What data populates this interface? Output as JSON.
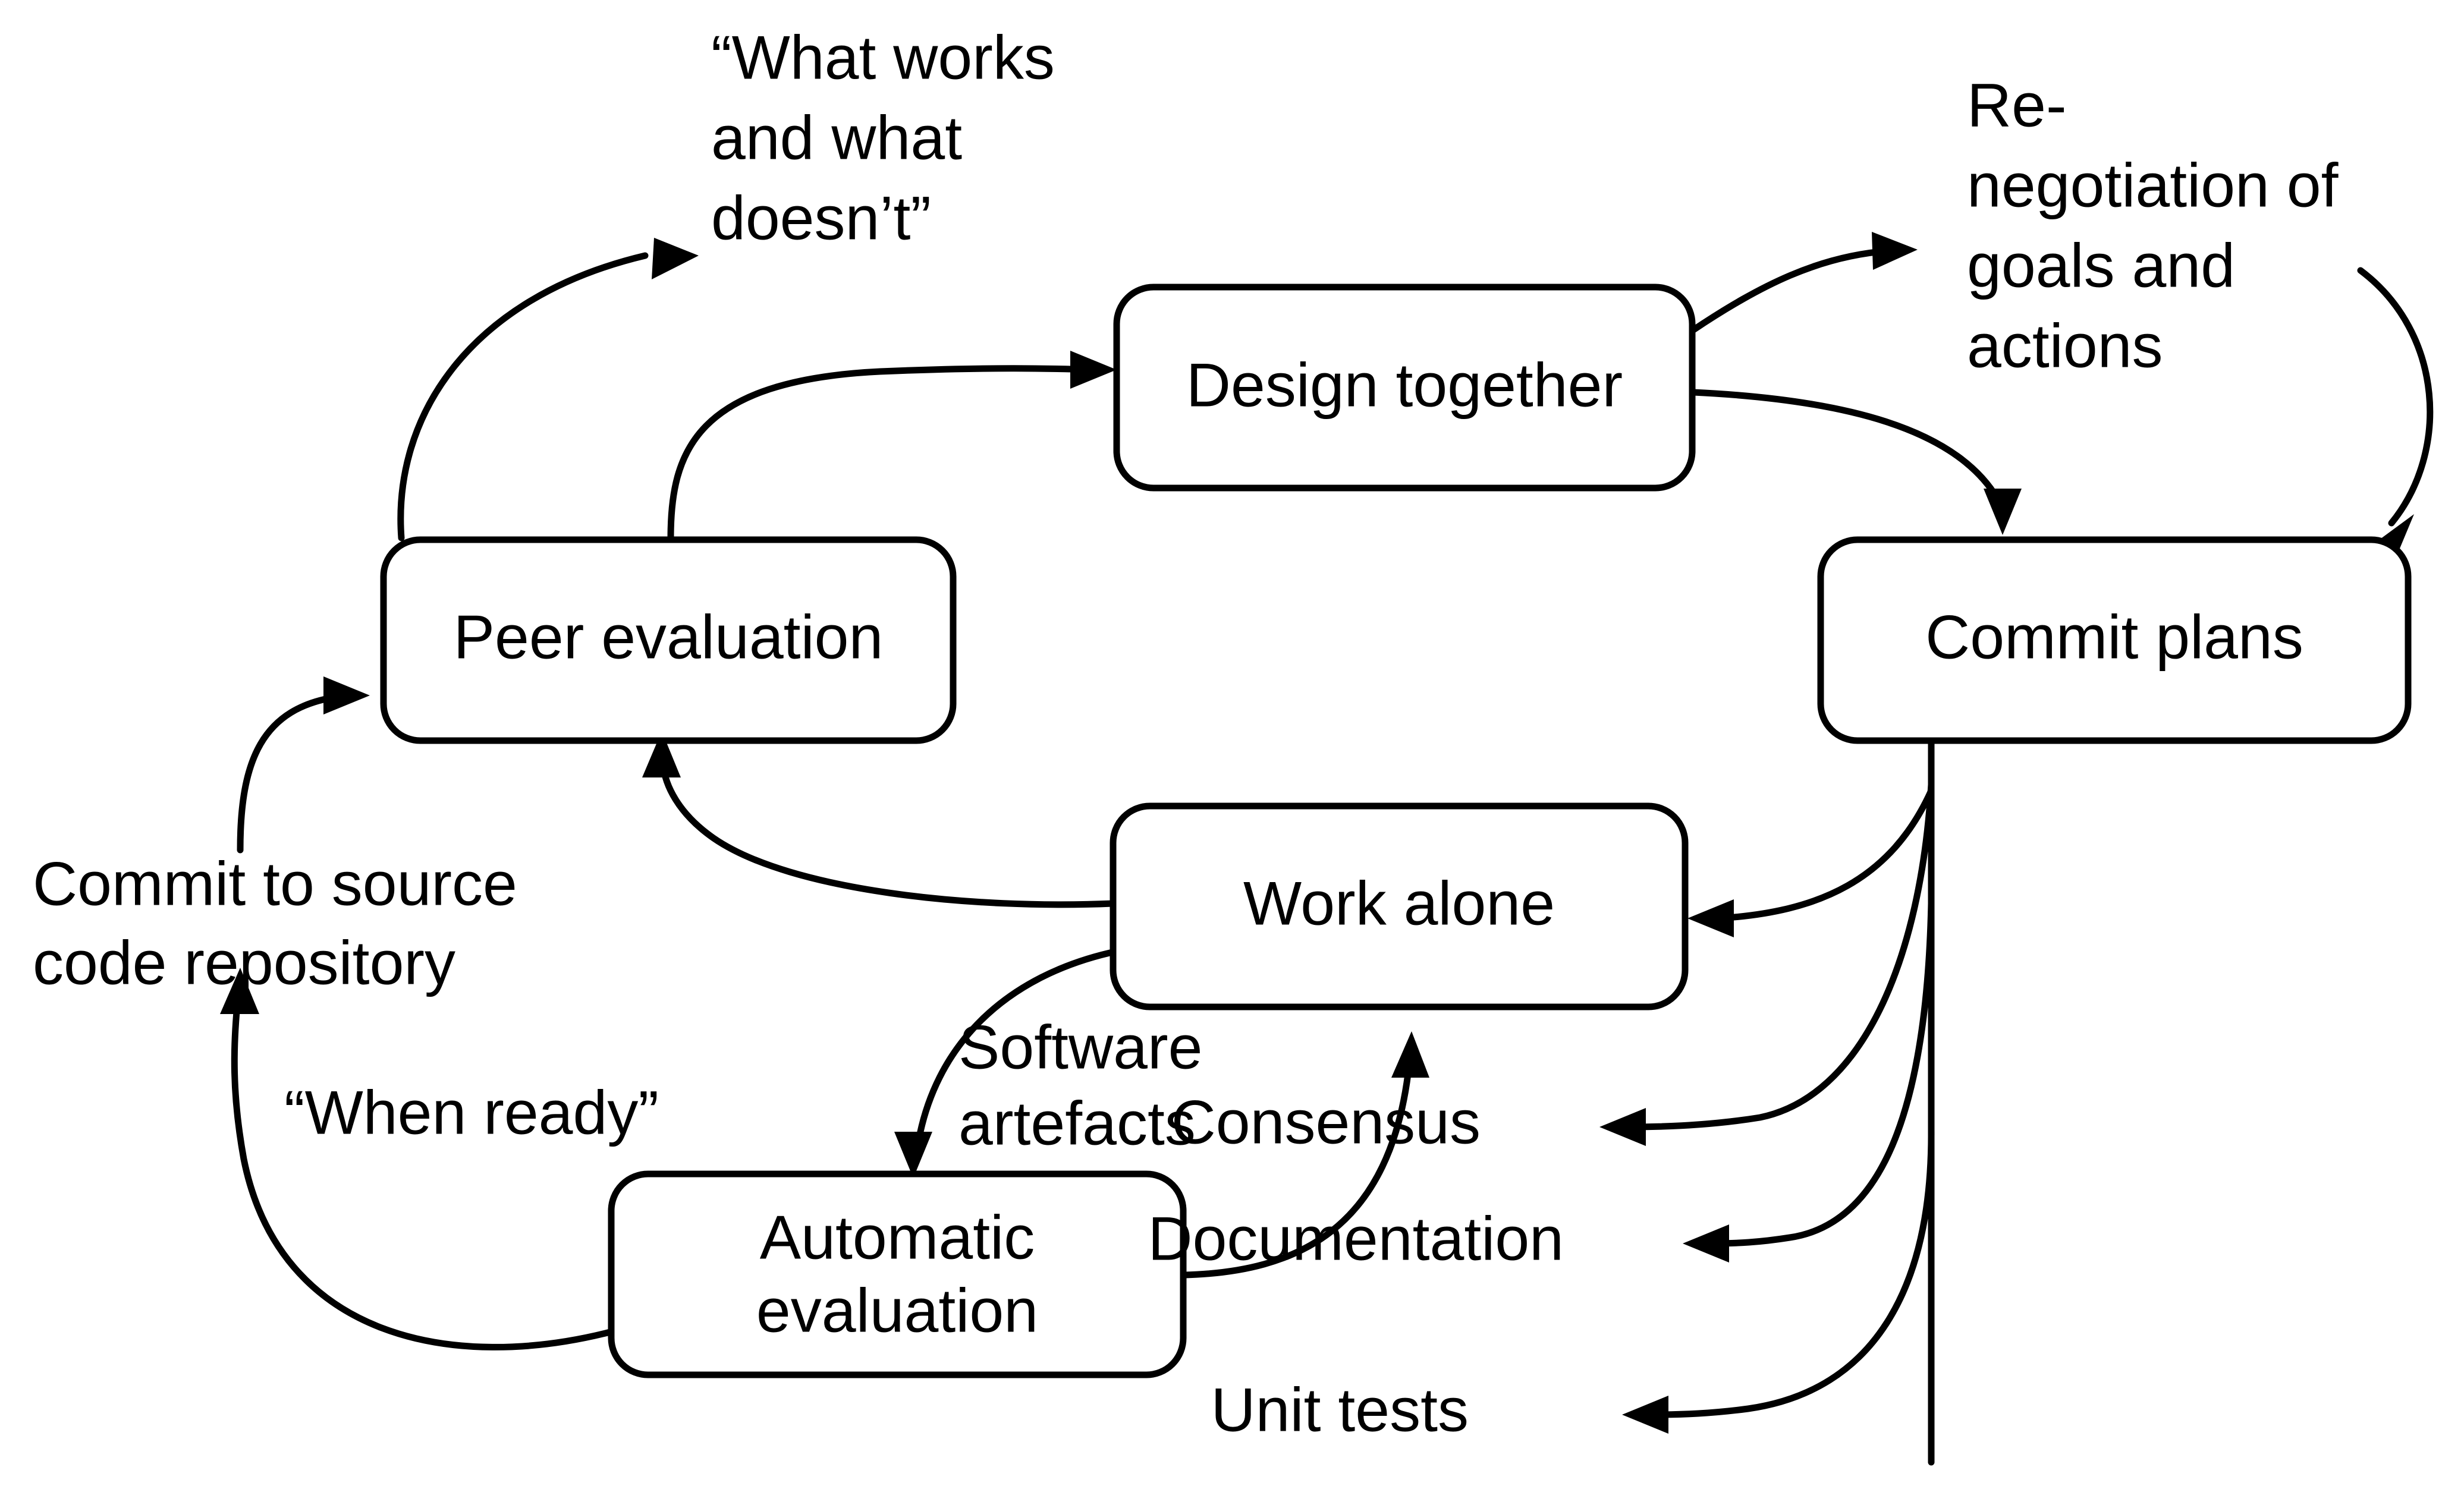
{
  "diagram": {
    "title": "Collaborative software development process cycle",
    "background": "#ffffff",
    "stroke_color": "#000000",
    "text_color": "#000000",
    "nodes": [
      {
        "id": "design_together",
        "label": "Design together"
      },
      {
        "id": "peer_evaluation",
        "label": "Peer evaluation"
      },
      {
        "id": "commit_plans",
        "label": "Commit plans"
      },
      {
        "id": "work_alone",
        "label": "Work alone"
      },
      {
        "id": "automatic_evaluation",
        "label_line1": "Automatic",
        "label_line2": "evaluation"
      }
    ],
    "edge_labels": [
      {
        "id": "what_works",
        "line1": "“What works",
        "line2": "and what",
        "line3": "doesn’t”"
      },
      {
        "id": "renegotiation",
        "line1": "Re-",
        "line2": "negotiation of",
        "line3": "goals and",
        "line4": "actions"
      },
      {
        "id": "commit_repo",
        "line1": "Commit to source",
        "line2": "code repository"
      },
      {
        "id": "when_ready",
        "line1": "“When ready”"
      },
      {
        "id": "software_artefacts",
        "line1": "Software",
        "line2": "artefacts"
      }
    ],
    "outputs": [
      {
        "id": "consensus",
        "label": "Consensus"
      },
      {
        "id": "documentation",
        "label": "Documentation"
      },
      {
        "id": "unit_tests",
        "label": "Unit tests"
      }
    ]
  }
}
